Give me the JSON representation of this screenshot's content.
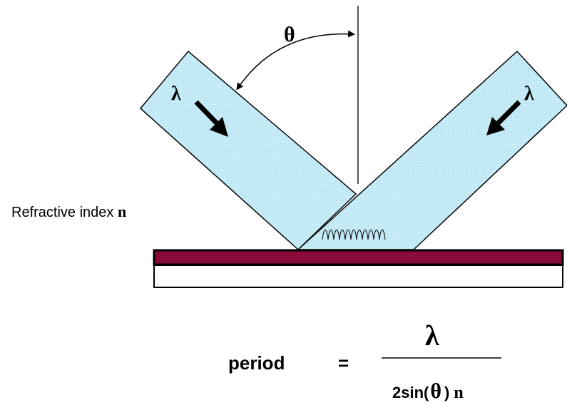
{
  "labels": {
    "theta_top": "θ",
    "lambda_left": "λ",
    "lambda_right": "λ",
    "refractive_prefix": "Refractive index ",
    "refractive_symbol": "n"
  },
  "formula": {
    "lhs": "period",
    "equals": "=",
    "numerator": "λ",
    "denominator_prefix": "2sin(",
    "denominator_theta": "θ",
    "denominator_close": ")",
    "denominator_n": "n"
  },
  "colors": {
    "beam_fill": "#c6ecf7",
    "beam_stroke": "#000000",
    "film_color": "#8a0a3a",
    "substrate_fill": "#ffffff",
    "text": "#000000"
  }
}
